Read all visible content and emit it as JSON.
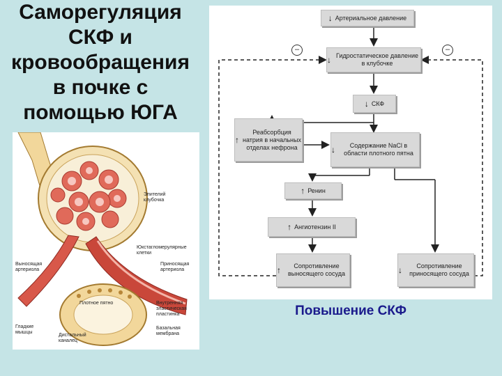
{
  "title": "Саморегуляция СКФ и кровообращения в почке с помощью ЮГА",
  "anatomy_labels": {
    "epithelium": "Эпителий клубочка",
    "jg_cells": "Юкстагломерулярные клетки",
    "efferent": "Выносящая артериола",
    "afferent": "Приносящая артериола",
    "macula": "Плотное пятно",
    "elastic": "Внутренняя эластическая пластинка",
    "smooth_muscle": "Гладкие мышцы",
    "basal_membrane": "Базальная мембрана",
    "distal_tubule": "Дистальный каналец"
  },
  "flowchart": {
    "minus_sign": "–",
    "boxes": {
      "arterial_pressure": {
        "arrow": "↓",
        "text": "Артериальное давление"
      },
      "hydrostatic": {
        "arrow": "↓",
        "text": "Гидростатическое давление в клубочке"
      },
      "gfr": {
        "arrow": "↓",
        "text": "СКФ"
      },
      "sodium_reabsorption": {
        "arrow": "↑",
        "text": "Реабсорбция натрия в начальных отделах нефрона"
      },
      "nacl_content": {
        "arrow": "↓",
        "text": "Содержание NaCl в области плотного пятна"
      },
      "renin": {
        "arrow": "↑",
        "text": "Ренин"
      },
      "angiotensin": {
        "arrow": "↑",
        "text": "Ангиотензин II"
      },
      "efferent_resistance": {
        "arrow": "↑",
        "text": "Сопротивление выносящего сосуда"
      },
      "afferent_resistance": {
        "arrow": "↓",
        "text": "Сопротивление приносящего сосуда"
      }
    }
  },
  "result": "Повышение СКФ"
}
